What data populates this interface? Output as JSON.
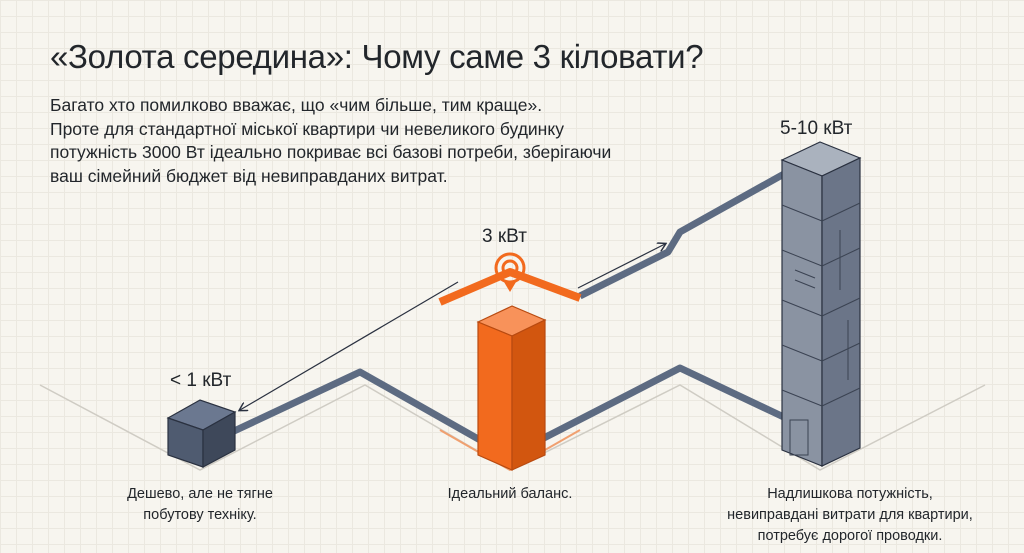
{
  "title": "«Золота середина»: Чому саме 3 кіловати?",
  "intro": [
    "Багато хто помилково вважає, що «чим більше, тим краще».",
    "Проте для стандартної міської квартири чи невеликого будинку",
    "потужність 3000 Вт ідеально покриває всі базові потреби, зберігаючи",
    "ваш сімейний бюджет від невиправданих витрат."
  ],
  "options": [
    {
      "label": "< 1 кВт",
      "caption": [
        "Дешево, але не тягне",
        "побутову техніку."
      ],
      "color": "#4f5b70"
    },
    {
      "label": "3 кВт",
      "caption": [
        "Ідеальний баланс."
      ],
      "color": "#f26a1e"
    },
    {
      "label": "5-10 кВт",
      "caption": [
        "Надлишкова потужність,",
        "невиправдані витрати для квартири,",
        "потребує дорогої проводки."
      ],
      "color": "#7d8796"
    }
  ]
}
